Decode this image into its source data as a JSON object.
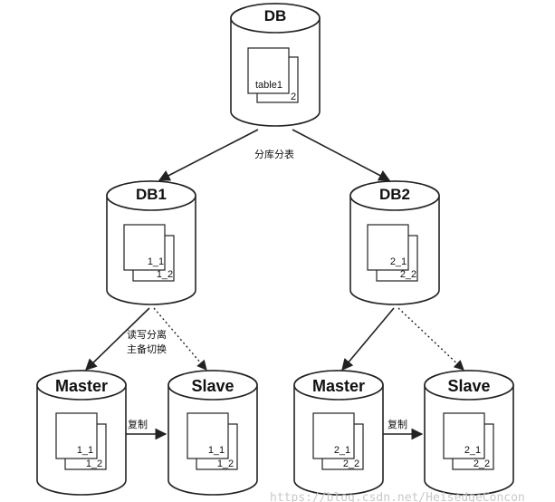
{
  "nodes": {
    "db": {
      "title": "DB",
      "doc_front": "table1",
      "doc_back": "2"
    },
    "db1": {
      "title": "DB1",
      "doc_front": "1_1",
      "doc_back": "1_2"
    },
    "db2": {
      "title": "DB2",
      "doc_front": "2_1",
      "doc_back": "2_2"
    },
    "master1": {
      "title": "Master",
      "doc_front": "1_1",
      "doc_back": "1_2"
    },
    "slave1": {
      "title": "Slave",
      "doc_front": "1_1",
      "doc_back": "1_2"
    },
    "master2": {
      "title": "Master",
      "doc_front": "2_1",
      "doc_back": "2_2"
    },
    "slave2": {
      "title": "Slave",
      "doc_front": "2_1",
      "doc_back": "2_2"
    }
  },
  "edges": {
    "sharding_label": "分库分表",
    "rw_split_label": "读写分离",
    "failover_label": "主备切换",
    "replicate_label_1": "复制",
    "replicate_label_2": "复制"
  },
  "watermark": "https://blog.csdn.net/HeisedgeConcon"
}
